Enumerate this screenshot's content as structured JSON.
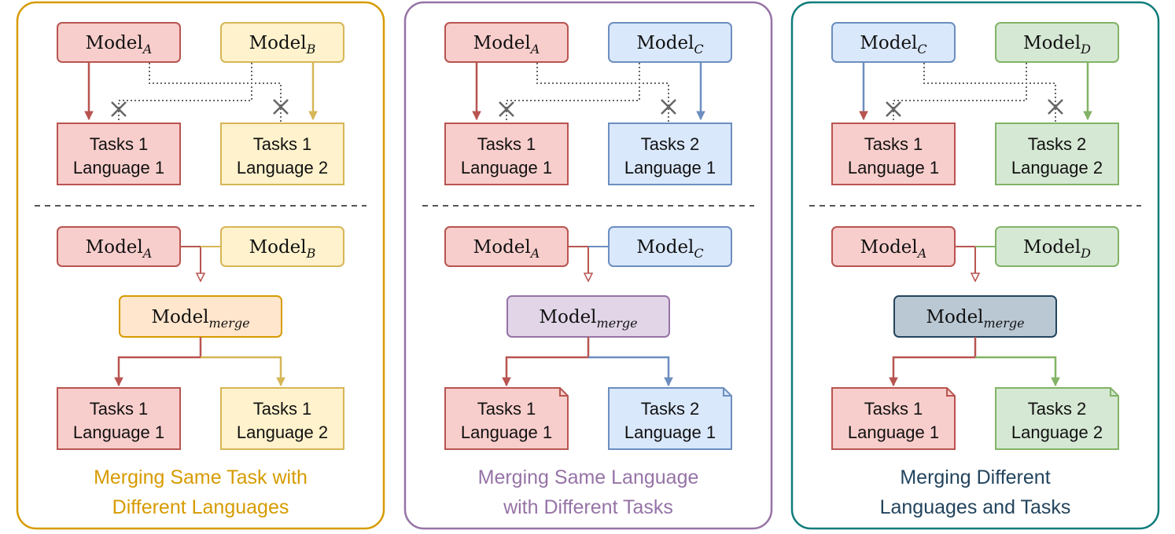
{
  "colors": {
    "red_fill": "#f8cecc",
    "red_stroke": "#b85450",
    "yellow_fill": "#fff2cc",
    "yellow_stroke": "#d6b656",
    "orange_fill": "#ffe6cc",
    "orange_stroke": "#d79b00",
    "blue_fill": "#dae8fc",
    "blue_stroke": "#6c8ebf",
    "green_fill": "#d5e8d4",
    "green_stroke": "#82b366",
    "purple_fill": "#e1d5e7",
    "purple_stroke": "#9673a6",
    "slate_fill": "#bac8d3",
    "slate_stroke": "#23445d",
    "panel1_border": "#d79b00",
    "panel2_border": "#9673a6",
    "panel3_border": "#0e7c7b",
    "caption1": "#d79b00",
    "caption2": "#9673a6",
    "caption3": "#23445d"
  },
  "model_base": "Model",
  "panels": [
    {
      "model_top_left": "A",
      "model_top_right": "B",
      "task_top_left": [
        "Tasks 1",
        "Language 1"
      ],
      "task_top_right": [
        "Tasks 1",
        "Language 2"
      ],
      "model_bottom_left": "A",
      "model_bottom_right": "B",
      "merge_sub": "merge",
      "task_bottom_left": [
        "Tasks 1",
        "Language 1"
      ],
      "task_bottom_right": [
        "Tasks 1",
        "Language 2"
      ],
      "caption": [
        "Merging Same Task with",
        "Different Languages"
      ]
    },
    {
      "model_top_left": "A",
      "model_top_right": "C",
      "task_top_left": [
        "Tasks 1",
        "Language 1"
      ],
      "task_top_right": [
        "Tasks 2",
        "Language 1"
      ],
      "model_bottom_left": "A",
      "model_bottom_right": "C",
      "merge_sub": "merge",
      "task_bottom_left": [
        "Tasks 1",
        "Language 1"
      ],
      "task_bottom_right": [
        "Tasks 2",
        "Language 1"
      ],
      "caption": [
        "Merging Same Language",
        "with Different Tasks"
      ]
    },
    {
      "model_top_left": "C",
      "model_top_right": "D",
      "task_top_left": [
        "Tasks 1",
        "Language 1"
      ],
      "task_top_right": [
        "Tasks 2",
        "Language 2"
      ],
      "model_bottom_left": "A",
      "model_bottom_right": "D",
      "merge_sub": "merge",
      "task_bottom_left": [
        "Tasks 1",
        "Language 1"
      ],
      "task_bottom_right": [
        "Tasks 2",
        "Language 2"
      ],
      "caption": [
        "Merging Different",
        "Languages and Tasks"
      ]
    }
  ]
}
